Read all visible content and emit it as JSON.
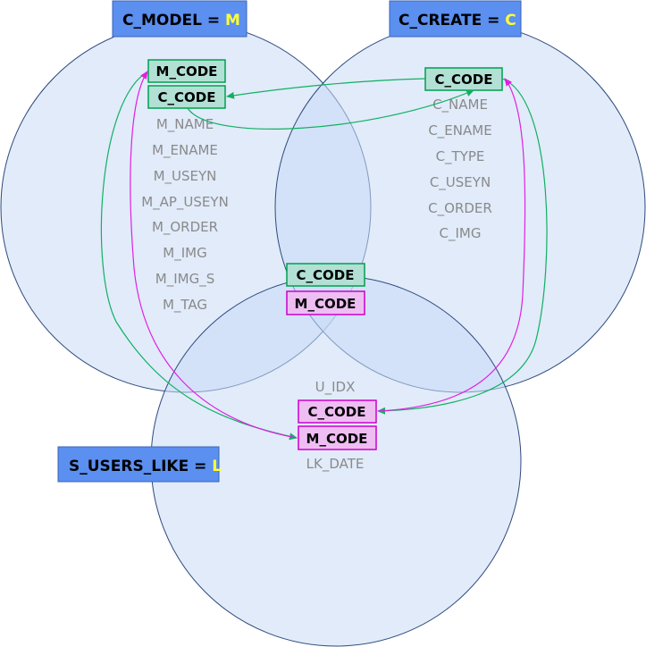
{
  "colors": {
    "circle_fill": "#dce7f8",
    "circle_stroke": "#2f4a7c",
    "title_box": "#5b8ff0",
    "title_key": "#ffff33",
    "green_key_fill": "#b2e0d4",
    "green_key_stroke": "#00a050",
    "pink_key_fill": "#eebdf2",
    "pink_key_stroke": "#cc00cc",
    "green_arrow": "#10b060",
    "pink_arrow": "#e020e0"
  },
  "tables": {
    "model": {
      "title": "C_MODEL = ",
      "alias": "M",
      "keys": [
        "M_CODE",
        "C_CODE"
      ],
      "fields": [
        "M_NAME",
        "M_ENAME",
        "M_USEYN",
        "M_AP_USEYN",
        "M_ORDER",
        "M_IMG",
        "M_IMG_S",
        "M_TAG"
      ]
    },
    "create": {
      "title": "C_CREATE = ",
      "alias": "C",
      "keys": [
        "C_CODE"
      ],
      "fields": [
        "C_NAME",
        "C_ENAME",
        "C_TYPE",
        "C_USEYN",
        "C_ORDER",
        "C_IMG"
      ]
    },
    "like": {
      "title": "S_USERS_LIKE = ",
      "alias": "L",
      "fields_top": [
        "U_IDX"
      ],
      "keys": [
        "C_CODE",
        "M_CODE"
      ],
      "fields_bottom": [
        "LK_DATE"
      ]
    }
  },
  "center": {
    "keys": [
      "C_CODE",
      "M_CODE"
    ]
  }
}
